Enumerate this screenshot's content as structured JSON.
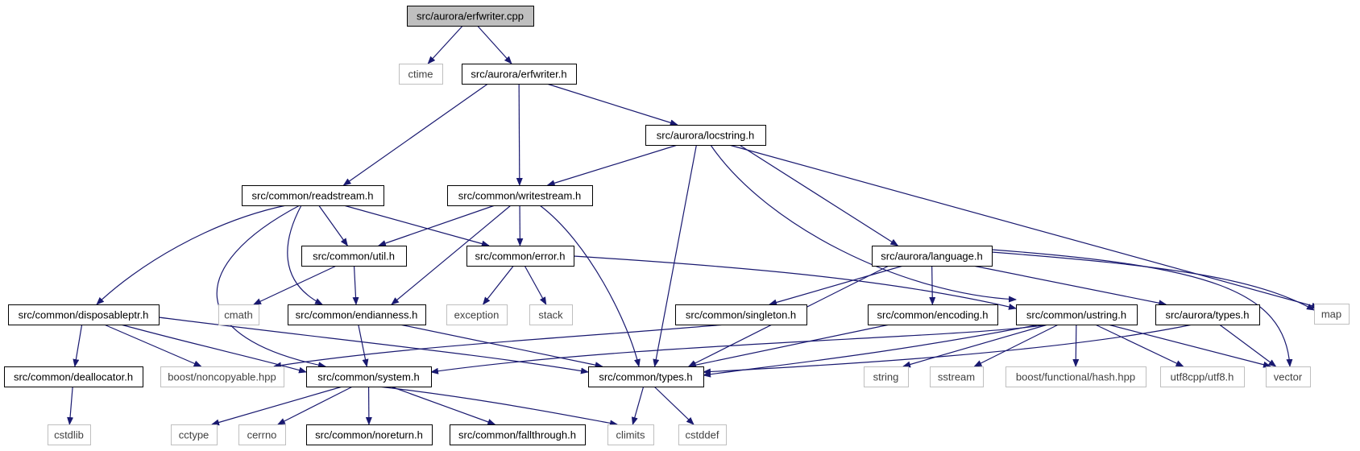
{
  "graph": {
    "colors": {
      "edge": "#191970",
      "root_fill": "#bfbfbf",
      "internal_border": "#000000",
      "internal_text": "#000000",
      "external_border": "#bfbfbf",
      "external_text": "#404040",
      "background": "#ffffff"
    },
    "nodes": [
      {
        "id": "erfwriter_cpp",
        "label": "src/aurora/erfwriter.cpp",
        "kind": "root"
      },
      {
        "id": "ctime",
        "label": "ctime",
        "kind": "external"
      },
      {
        "id": "erfwriter_h",
        "label": "src/aurora/erfwriter.h",
        "kind": "internal"
      },
      {
        "id": "locstring_h",
        "label": "src/aurora/locstring.h",
        "kind": "internal"
      },
      {
        "id": "readstream_h",
        "label": "src/common/readstream.h",
        "kind": "internal"
      },
      {
        "id": "writestream_h",
        "label": "src/common/writestream.h",
        "kind": "internal"
      },
      {
        "id": "util_h",
        "label": "src/common/util.h",
        "kind": "internal"
      },
      {
        "id": "error_h",
        "label": "src/common/error.h",
        "kind": "internal"
      },
      {
        "id": "language_h",
        "label": "src/aurora/language.h",
        "kind": "internal"
      },
      {
        "id": "map",
        "label": "map",
        "kind": "external"
      },
      {
        "id": "disposableptr_h",
        "label": "src/common/disposableptr.h",
        "kind": "internal"
      },
      {
        "id": "cmath",
        "label": "cmath",
        "kind": "external"
      },
      {
        "id": "endianness_h",
        "label": "src/common/endianness.h",
        "kind": "internal"
      },
      {
        "id": "exception",
        "label": "exception",
        "kind": "external"
      },
      {
        "id": "stack",
        "label": "stack",
        "kind": "external"
      },
      {
        "id": "singleton_h",
        "label": "src/common/singleton.h",
        "kind": "internal"
      },
      {
        "id": "encoding_h",
        "label": "src/common/encoding.h",
        "kind": "internal"
      },
      {
        "id": "ustring_h",
        "label": "src/common/ustring.h",
        "kind": "internal"
      },
      {
        "id": "aurora_types_h",
        "label": "src/aurora/types.h",
        "kind": "internal"
      },
      {
        "id": "deallocator_h",
        "label": "src/common/deallocator.h",
        "kind": "internal"
      },
      {
        "id": "noncopyable_hpp",
        "label": "boost/noncopyable.hpp",
        "kind": "external"
      },
      {
        "id": "system_h",
        "label": "src/common/system.h",
        "kind": "internal"
      },
      {
        "id": "common_types_h",
        "label": "src/common/types.h",
        "kind": "internal"
      },
      {
        "id": "string",
        "label": "string",
        "kind": "external"
      },
      {
        "id": "sstream",
        "label": "sstream",
        "kind": "external"
      },
      {
        "id": "hash_hpp",
        "label": "boost/functional/hash.hpp",
        "kind": "external"
      },
      {
        "id": "utf8_h",
        "label": "utf8cpp/utf8.h",
        "kind": "external"
      },
      {
        "id": "vector",
        "label": "vector",
        "kind": "external"
      },
      {
        "id": "cstdlib",
        "label": "cstdlib",
        "kind": "external"
      },
      {
        "id": "cctype",
        "label": "cctype",
        "kind": "external"
      },
      {
        "id": "cerrno",
        "label": "cerrno",
        "kind": "external"
      },
      {
        "id": "noreturn_h",
        "label": "src/common/noreturn.h",
        "kind": "internal"
      },
      {
        "id": "fallthrough_h",
        "label": "src/common/fallthrough.h",
        "kind": "internal"
      },
      {
        "id": "climits",
        "label": "climits",
        "kind": "external"
      },
      {
        "id": "cstddef",
        "label": "cstddef",
        "kind": "external"
      }
    ],
    "edges": [
      [
        "erfwriter_cpp",
        "ctime"
      ],
      [
        "erfwriter_cpp",
        "erfwriter_h"
      ],
      [
        "erfwriter_h",
        "readstream_h"
      ],
      [
        "erfwriter_h",
        "writestream_h"
      ],
      [
        "erfwriter_h",
        "locstring_h"
      ],
      [
        "locstring_h",
        "writestream_h"
      ],
      [
        "locstring_h",
        "common_types_h"
      ],
      [
        "locstring_h",
        "ustring_h"
      ],
      [
        "locstring_h",
        "language_h"
      ],
      [
        "locstring_h",
        "map"
      ],
      [
        "readstream_h",
        "disposableptr_h"
      ],
      [
        "readstream_h",
        "system_h"
      ],
      [
        "readstream_h",
        "endianness_h"
      ],
      [
        "readstream_h",
        "util_h"
      ],
      [
        "readstream_h",
        "error_h"
      ],
      [
        "writestream_h",
        "util_h"
      ],
      [
        "writestream_h",
        "endianness_h"
      ],
      [
        "writestream_h",
        "error_h"
      ],
      [
        "writestream_h",
        "common_types_h"
      ],
      [
        "util_h",
        "cmath"
      ],
      [
        "util_h",
        "endianness_h"
      ],
      [
        "error_h",
        "exception"
      ],
      [
        "error_h",
        "stack"
      ],
      [
        "error_h",
        "ustring_h"
      ],
      [
        "language_h",
        "singleton_h"
      ],
      [
        "language_h",
        "encoding_h"
      ],
      [
        "language_h",
        "common_types_h"
      ],
      [
        "language_h",
        "aurora_types_h"
      ],
      [
        "language_h",
        "map"
      ],
      [
        "language_h",
        "vector"
      ],
      [
        "disposableptr_h",
        "deallocator_h"
      ],
      [
        "disposableptr_h",
        "noncopyable_hpp"
      ],
      [
        "disposableptr_h",
        "system_h"
      ],
      [
        "disposableptr_h",
        "common_types_h"
      ],
      [
        "endianness_h",
        "system_h"
      ],
      [
        "endianness_h",
        "common_types_h"
      ],
      [
        "singleton_h",
        "noncopyable_hpp"
      ],
      [
        "encoding_h",
        "common_types_h"
      ],
      [
        "ustring_h",
        "system_h"
      ],
      [
        "ustring_h",
        "common_types_h"
      ],
      [
        "ustring_h",
        "string"
      ],
      [
        "ustring_h",
        "sstream"
      ],
      [
        "ustring_h",
        "hash_hpp"
      ],
      [
        "ustring_h",
        "utf8_h"
      ],
      [
        "ustring_h",
        "vector"
      ],
      [
        "aurora_types_h",
        "common_types_h"
      ],
      [
        "aurora_types_h",
        "vector"
      ],
      [
        "deallocator_h",
        "cstdlib"
      ],
      [
        "system_h",
        "cctype"
      ],
      [
        "system_h",
        "cerrno"
      ],
      [
        "system_h",
        "noreturn_h"
      ],
      [
        "system_h",
        "fallthrough_h"
      ],
      [
        "system_h",
        "climits"
      ],
      [
        "common_types_h",
        "climits"
      ],
      [
        "common_types_h",
        "cstddef"
      ]
    ]
  }
}
